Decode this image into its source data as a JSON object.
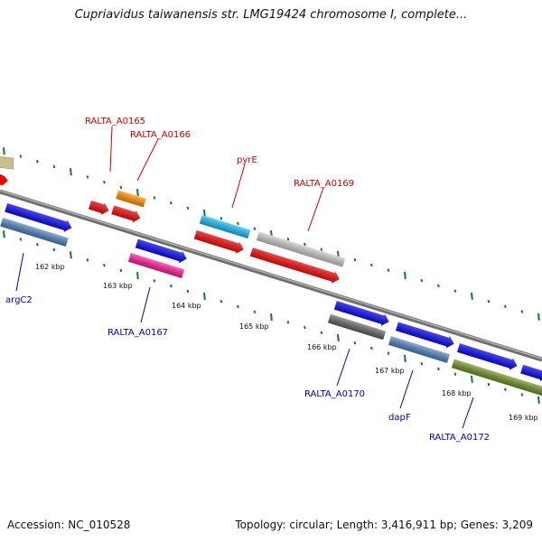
{
  "header": {
    "title": "Cupriavidus taiwanensis str. LMG19424 chromosome I, complete..."
  },
  "footer": {
    "accession": "Accession: NC_010528",
    "summary": "Topology: circular; Length: 3,416,911 bp; Genes: 3,209"
  },
  "colors": {
    "top_label": "#cc0000",
    "bottom_label": "#0000aa",
    "tick": "#1a7a1a",
    "backbone": "#8a8a8a"
  },
  "scale_labels": [
    "162 kbp",
    "163 kbp",
    "164 kbp",
    "165 kbp",
    "166 kbp",
    "167 kbp",
    "168 kbp",
    "169 kbp"
  ],
  "gene_labels": {
    "top": [
      "RALTA_A0165",
      "RALTA_A0166",
      "pyrE",
      "RALTA_A0169"
    ],
    "bottom": [
      "argC2",
      "RALTA_A0167",
      "RALTA_A0170",
      "dapF",
      "RALTA_A0172"
    ]
  }
}
